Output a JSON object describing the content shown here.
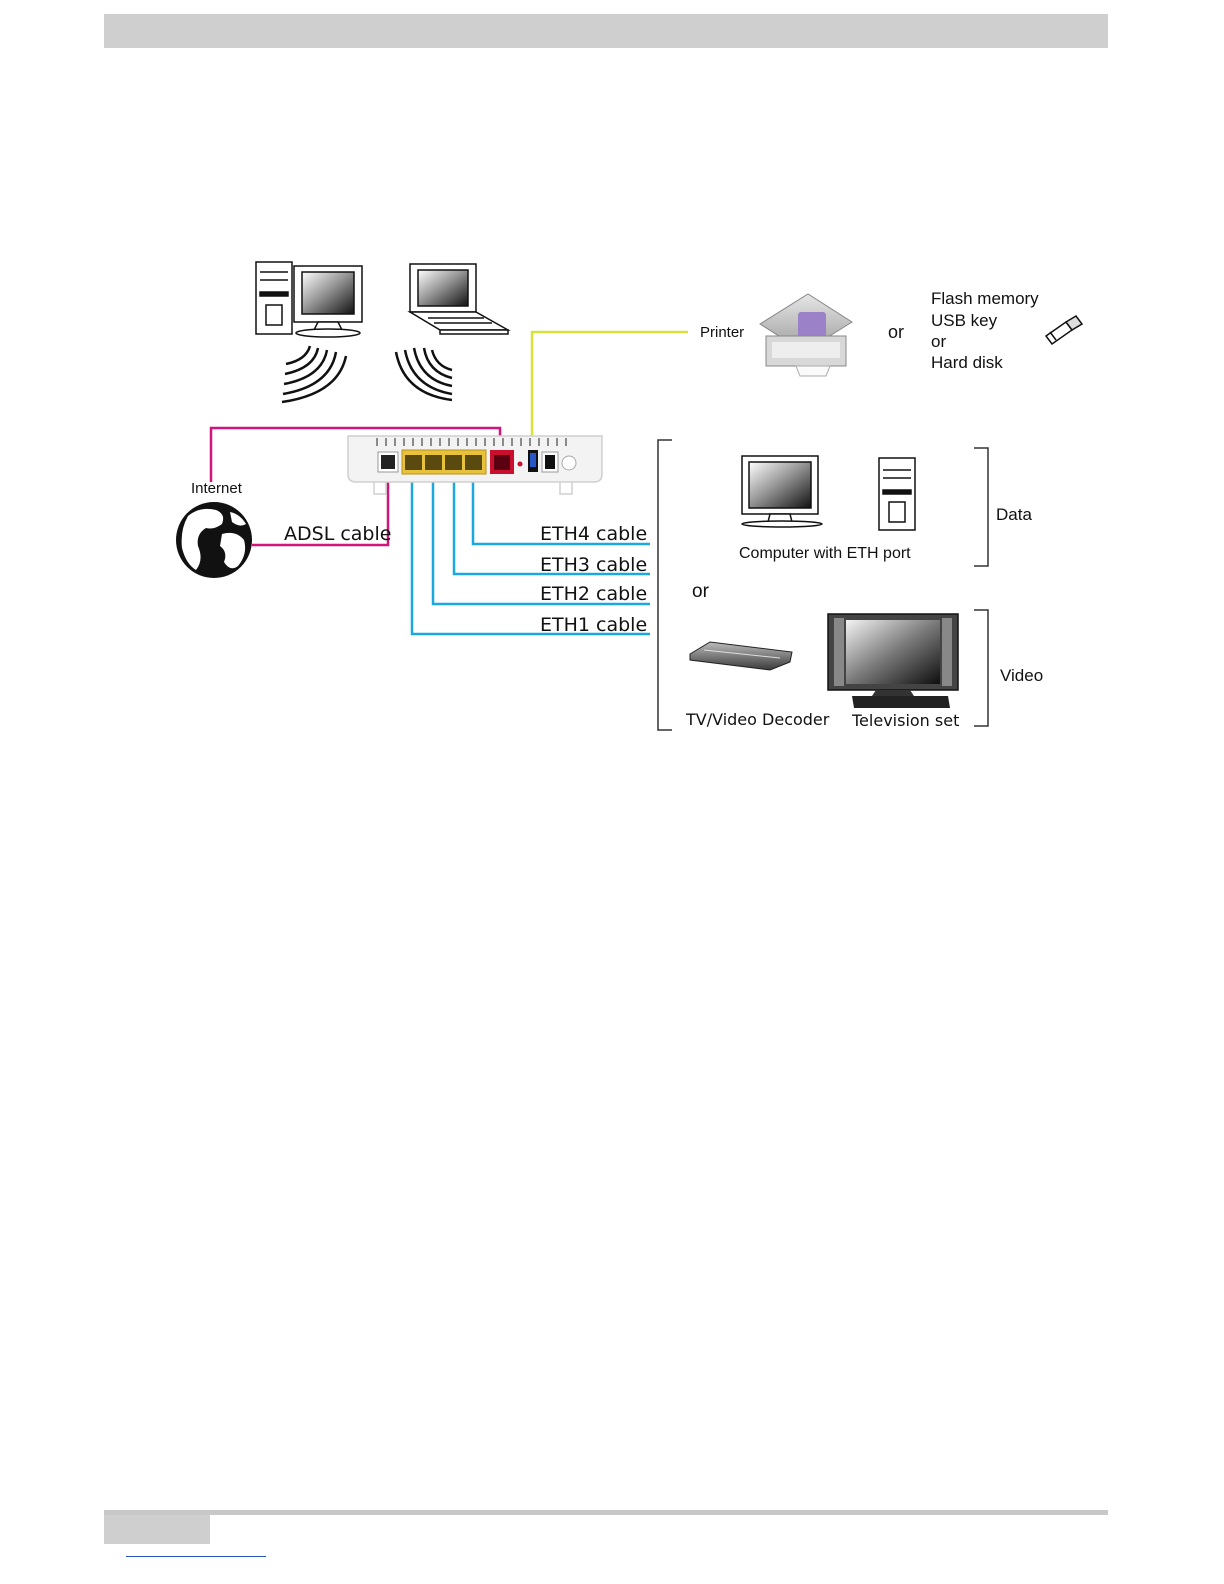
{
  "labels": {
    "internet": "Internet",
    "adsl_cable": "ADSL cable",
    "eth4_cable": "ETH4 cable",
    "eth3_cable": "ETH3 cable",
    "eth2_cable": "ETH2 cable",
    "eth1_cable": "ETH1 cable",
    "printer": "Printer",
    "or_usb": "or",
    "flash_memory": "Flash memory",
    "usb_key": "USB key",
    "or_storage": "or",
    "hard_disk": "Hard disk",
    "computer_with_eth": "Computer with ETH port",
    "data": "Data",
    "or_devices": "or",
    "tv_decoder": "TV/Video Decoder",
    "television_set": "Television set",
    "video": "Video"
  },
  "colors": {
    "internet_cable": "#d4147a",
    "eth_cable": "#1ba7e0",
    "usb_cable": "#d6e23a",
    "eth_port": "#e8c23a",
    "internet_port": "#c8102e"
  },
  "icons": {
    "globe": "globe-icon",
    "desktop": "desktop-computer-icon",
    "laptop": "laptop-icon",
    "wifi": "wifi-waves-icon",
    "router": "router-icon",
    "printer": "printer-icon",
    "usb": "usb-key-icon",
    "monitor": "monitor-icon",
    "tower": "tower-pc-icon",
    "decoder": "tv-decoder-icon",
    "tv": "television-icon"
  }
}
